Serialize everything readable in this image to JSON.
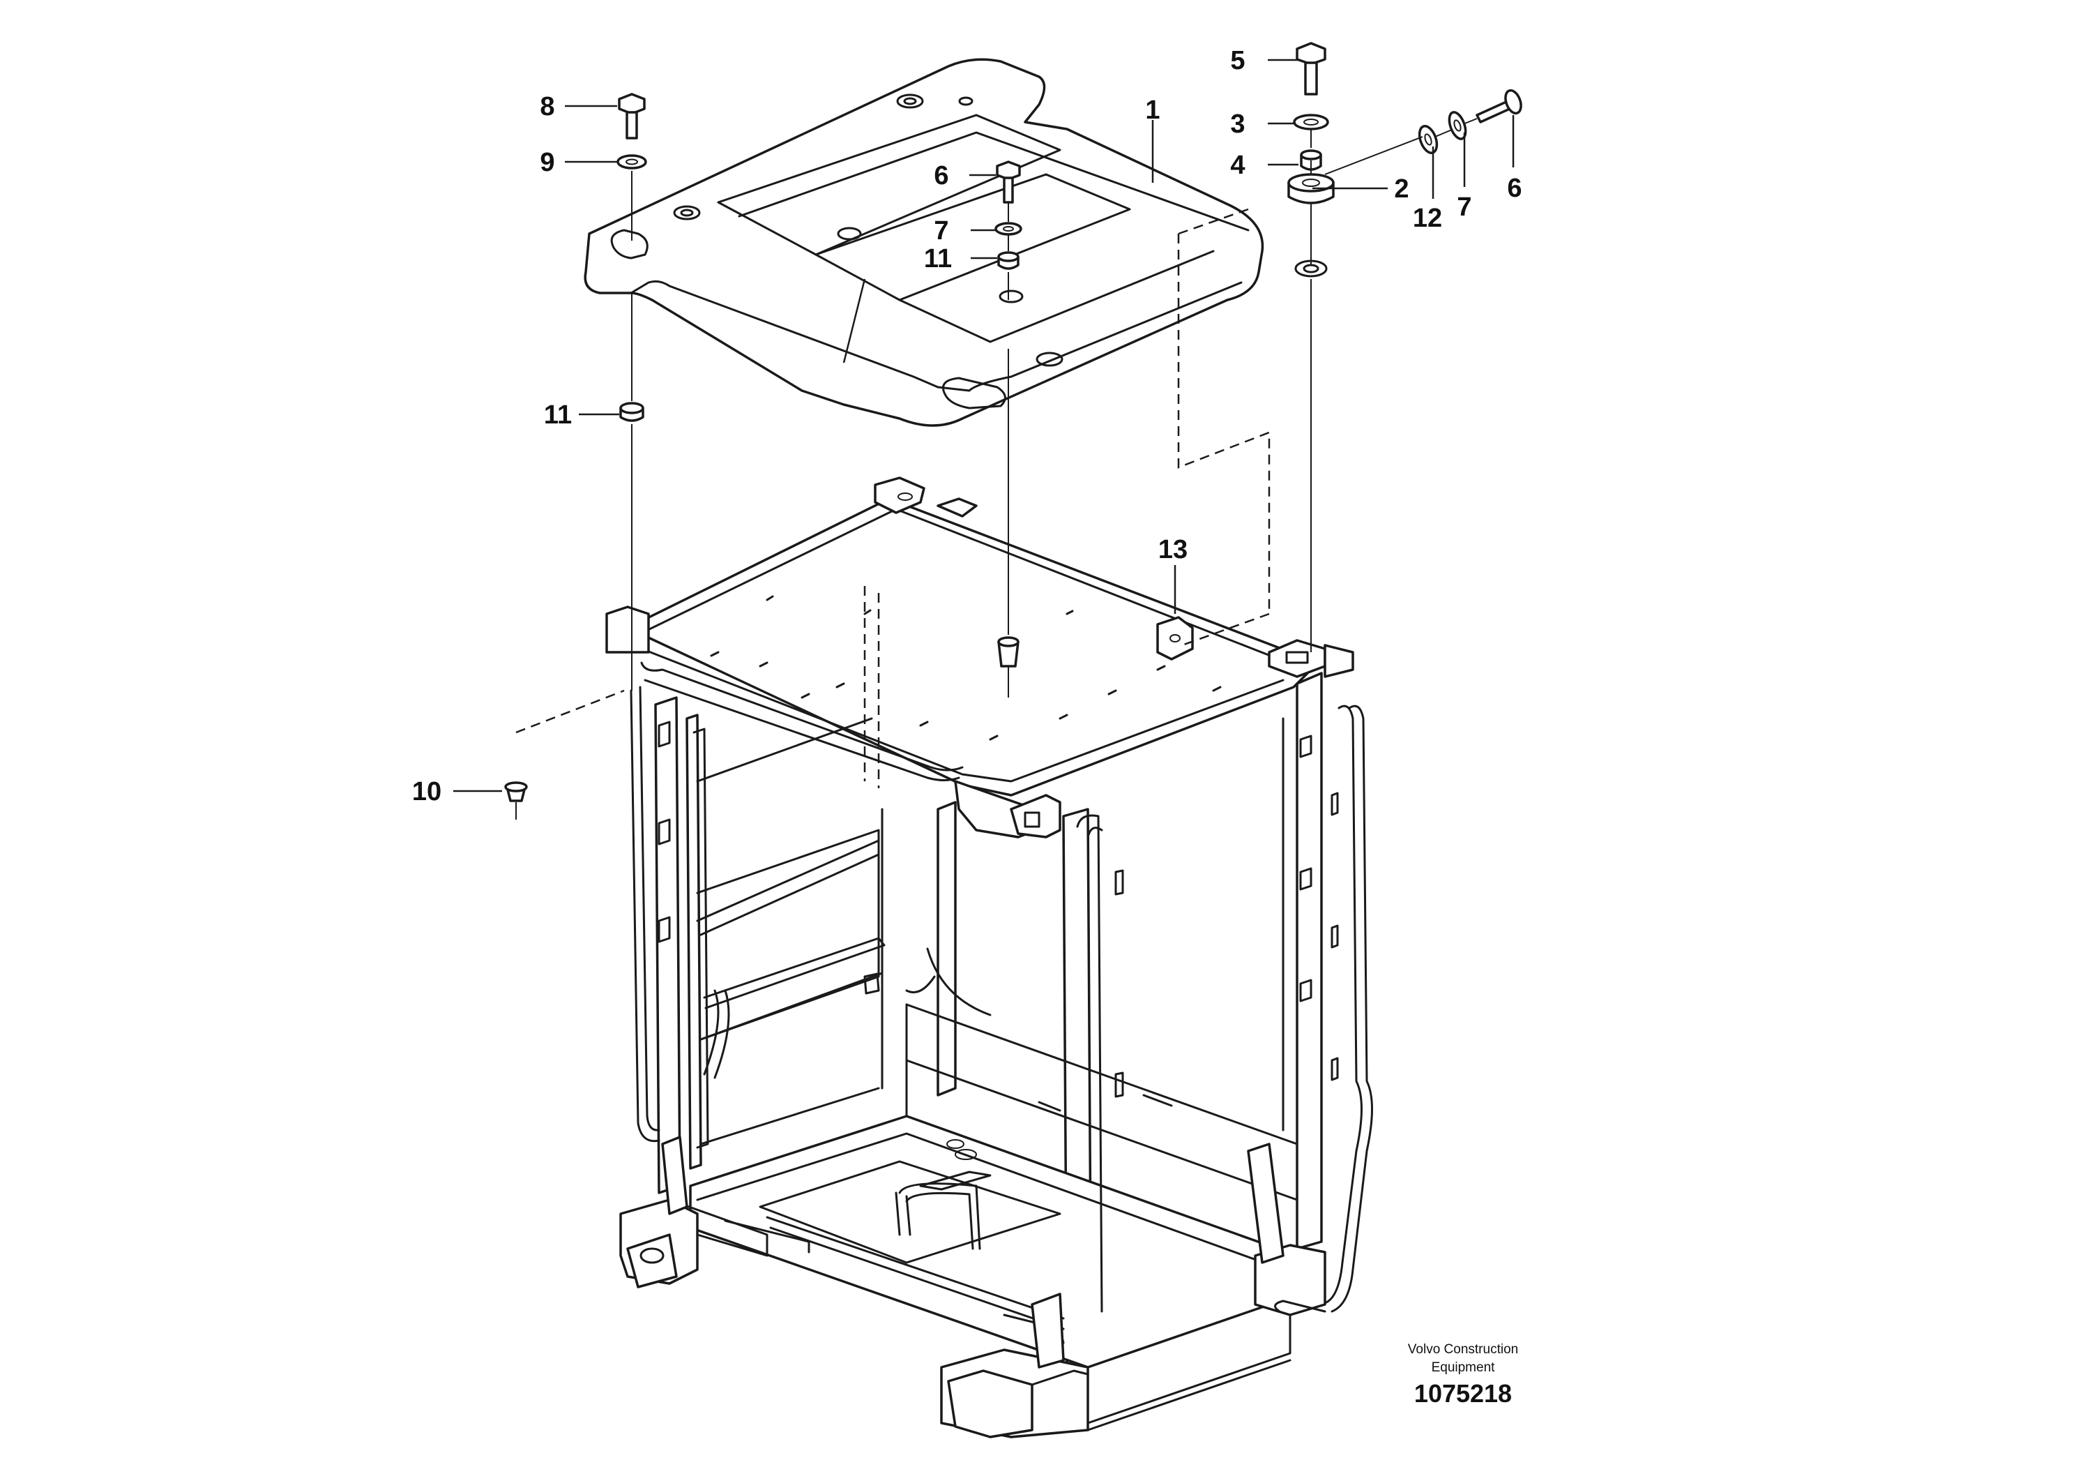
{
  "callouts": [
    {
      "id": "c1",
      "label": "1"
    },
    {
      "id": "c2",
      "label": "2"
    },
    {
      "id": "c3",
      "label": "3"
    },
    {
      "id": "c4",
      "label": "4"
    },
    {
      "id": "c5",
      "label": "5"
    },
    {
      "id": "c6a",
      "label": "6"
    },
    {
      "id": "c6b",
      "label": "6"
    },
    {
      "id": "c7a",
      "label": "7"
    },
    {
      "id": "c7b",
      "label": "7"
    },
    {
      "id": "c8",
      "label": "8"
    },
    {
      "id": "c9",
      "label": "9"
    },
    {
      "id": "c10",
      "label": "10"
    },
    {
      "id": "c11a",
      "label": "11"
    },
    {
      "id": "c11b",
      "label": "11"
    },
    {
      "id": "c12",
      "label": "12"
    },
    {
      "id": "c13",
      "label": "13"
    }
  ],
  "footer": {
    "company_line1": "Volvo Construction",
    "company_line2": "Equipment",
    "drawing_number": "1075218"
  }
}
